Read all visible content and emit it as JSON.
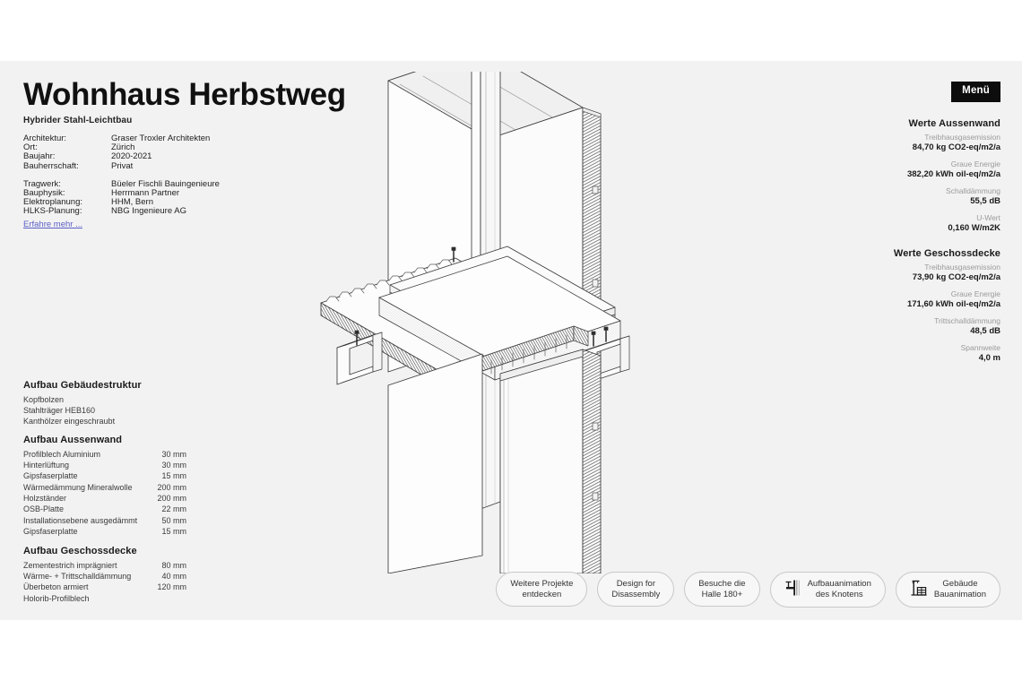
{
  "header": {
    "title": "Wohnhaus Herbstweg",
    "subtitle": "Hybrider Stahl-Leichtbau",
    "menu_label": "Menü",
    "learn_more": "Erfahre mehr ..."
  },
  "credits": [
    [
      {
        "label": "Architektur:",
        "value": "Graser Troxler Architekten"
      },
      {
        "label": "Ort:",
        "value": "Zürich"
      },
      {
        "label": "Baujahr:",
        "value": "2020-2021"
      },
      {
        "label": "Bauherrschaft:",
        "value": "Privat"
      }
    ],
    [
      {
        "label": "Tragwerk:",
        "value": "Büeler Fischli Bauingenieure"
      },
      {
        "label": "Bauphysik:",
        "value": "Herrmann Partner"
      },
      {
        "label": "Elektroplanung:",
        "value": "HHM, Bern"
      },
      {
        "label": "HLKS-Planung:",
        "value": "NBG Ingenieure AG"
      }
    ]
  ],
  "specs": [
    {
      "heading": "Aufbau Gebäudestruktur",
      "rows": [
        {
          "name": "Kopfbolzen",
          "value": ""
        },
        {
          "name": "Stahlträger HEB160",
          "value": ""
        },
        {
          "name": "Kanthölzer eingeschraubt",
          "value": ""
        }
      ]
    },
    {
      "heading": "Aufbau Aussenwand",
      "rows": [
        {
          "name": "Profilblech Aluminium",
          "value": "30 mm"
        },
        {
          "name": "Hinterlüftung",
          "value": "30 mm"
        },
        {
          "name": "Gipsfaserplatte",
          "value": "15 mm"
        },
        {
          "name": "Wärmedämmung Mineralwolle",
          "value": "200 mm"
        },
        {
          "name": "Holzständer",
          "value": "200 mm"
        },
        {
          "name": "OSB-Platte",
          "value": "22 mm"
        },
        {
          "name": "Installationsebene ausgedämmt",
          "value": "50 mm"
        },
        {
          "name": "Gipsfaserplatte",
          "value": "15 mm"
        }
      ]
    },
    {
      "heading": "Aufbau Geschossdecke",
      "rows": [
        {
          "name": "Zementestrich imprägniert",
          "value": "80 mm"
        },
        {
          "name": "Wärme- + Trittschalldämmung",
          "value": "40 mm"
        },
        {
          "name": "Überbeton armiert",
          "value": "120 mm"
        },
        {
          "name": "Holorib-Profilblech",
          "value": ""
        }
      ]
    }
  ],
  "values": [
    {
      "heading": "Werte Aussenwand",
      "items": [
        {
          "label": "Treibhausgasemission",
          "value": "84,70 kg CO2-eq/m2/a"
        },
        {
          "label": "Graue Energie",
          "value": "382,20 kWh oil-eq/m2/a"
        },
        {
          "label": "Schalldämmung",
          "value": "55,5 dB"
        },
        {
          "label": "U-Wert",
          "value": "0,160 W/m2K"
        }
      ]
    },
    {
      "heading": "Werte Geschossdecke",
      "items": [
        {
          "label": "Treibhausgasemission",
          "value": "73,90 kg CO2-eq/m2/a"
        },
        {
          "label": "Graue Energie",
          "value": "171,60 kWh oil-eq/m2/a"
        },
        {
          "label": "Trittschalldämmung",
          "value": "48,5 dB"
        },
        {
          "label": "Spannweite",
          "value": "4,0 m"
        }
      ]
    }
  ],
  "pills": [
    {
      "line1": "Weitere Projekte",
      "line2": "entdecken",
      "icon": ""
    },
    {
      "line1": "Design for",
      "line2": "Disassembly",
      "icon": ""
    },
    {
      "line1": "Besuche die",
      "line2": "Halle 180+",
      "icon": ""
    },
    {
      "line1": "Aufbauanimation",
      "line2": "des Knotens",
      "icon": "steel-joint-icon"
    },
    {
      "line1": "Gebäude",
      "line2": "Bauanimation",
      "icon": "crane-building-icon"
    }
  ],
  "drawing": {
    "name": "axonometric-construction-detail",
    "description": "Axonometrische Schnittdarstellung Knoten Aussenwand / Geschossdecke / Stahlstütze"
  },
  "colors": {
    "panel_bg": "#f2f2f2",
    "page_bg": "#ffffff",
    "accent_dark": "#0d0d0d",
    "link": "#5b5fc7",
    "muted_text": "#9a9a9a"
  }
}
